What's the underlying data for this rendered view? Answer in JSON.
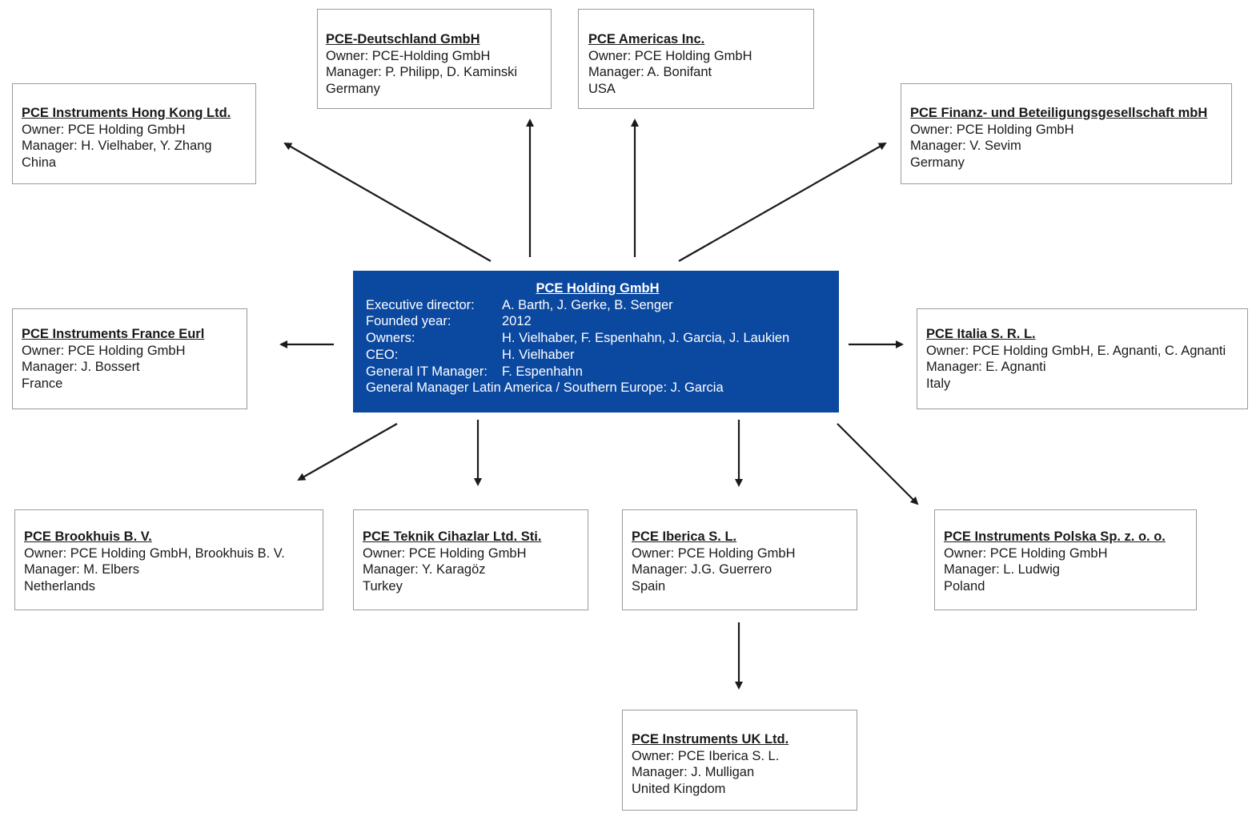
{
  "holding": {
    "title": "PCE Holding GmbH",
    "rows": [
      {
        "label": "Executive director:",
        "value": "A. Barth, J. Gerke, B. Senger"
      },
      {
        "label": "Founded year:",
        "value": "2012"
      },
      {
        "label": "Owners:",
        "value": "H. Vielhaber, F. Espenhahn, J. Garcia, J. Laukien"
      },
      {
        "label": "CEO:",
        "value": "H. Vielhaber"
      },
      {
        "label": "General IT Manager:",
        "value": "F. Espenhahn"
      }
    ],
    "last_line": "General Manager Latin America / Southern Europe: J. Garcia"
  },
  "companies": {
    "hongkong": {
      "title": "PCE Instruments Hong Kong Ltd.",
      "owner": "Owner: PCE Holding GmbH",
      "manager": "Manager: H. Vielhaber,  Y. Zhang",
      "country": "China"
    },
    "deutschland": {
      "title": "PCE-Deutschland GmbH",
      "owner": "Owner: PCE-Holding GmbH",
      "manager": "Manager: P. Philipp, D. Kaminski",
      "country": "Germany"
    },
    "americas": {
      "title": "PCE Americas Inc.",
      "owner": "Owner: PCE Holding GmbH",
      "manager": "Manager: A. Bonifant",
      "country": "USA"
    },
    "finanz": {
      "title": "PCE Finanz- und Beteiligungsgesellschaft mbH",
      "owner": "Owner: PCE Holding GmbH",
      "manager": "Manager: V. Sevim",
      "country": "Germany"
    },
    "france": {
      "title": "PCE Instruments France Eurl",
      "owner": "Owner: PCE Holding GmbH",
      "manager": "Manager: J. Bossert",
      "country": "France"
    },
    "italia": {
      "title": "PCE Italia S. R. L.",
      "owner": "Owner: PCE Holding GmbH, E. Agnanti, C. Agnanti",
      "manager": "Manager: E. Agnanti",
      "country": "Italy"
    },
    "brookhuis": {
      "title": "PCE Brookhuis B. V.",
      "owner": "Owner: PCE Holding GmbH, Brookhuis B. V.",
      "manager": "Manager: M. Elbers",
      "country": "Netherlands"
    },
    "teknik": {
      "title": "PCE Teknik Cihazlar Ltd. Sti.",
      "owner": "Owner: PCE Holding GmbH",
      "manager": "Manager: Y. Karagöz",
      "country": "Turkey"
    },
    "iberica": {
      "title": "PCE Iberica S. L.",
      "owner": "Owner: PCE Holding GmbH",
      "manager": "Manager: J.G. Guerrero",
      "country": "Spain"
    },
    "polska": {
      "title": "PCE Instruments Polska Sp. z. o. o.",
      "owner": "Owner: PCE Holding GmbH",
      "manager": "Manager: L. Ludwig",
      "country": "Poland"
    },
    "uk": {
      "title": "PCE Instruments UK Ltd.",
      "owner": "Owner: PCE Iberica S. L.",
      "manager": "Manager: J. Mulligan",
      "country": "United Kingdom"
    }
  },
  "colors": {
    "holding_bg": "#0b48a0",
    "arrow": "#1a1a1a",
    "box_border": "#9a9a9a"
  }
}
